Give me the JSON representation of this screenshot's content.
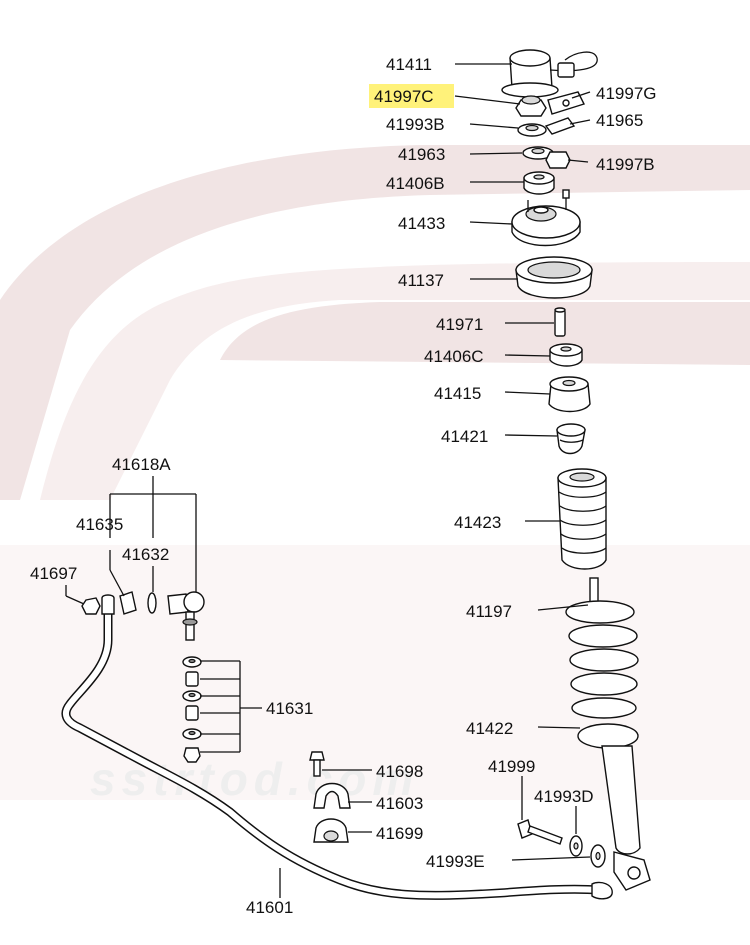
{
  "diagram": {
    "highlight_color": "#fff27a",
    "watermark_text": "sstrtod.com",
    "labels": [
      {
        "id": "41411",
        "text": "41411"
      },
      {
        "id": "41997C",
        "text": "41997C",
        "highlighted": true
      },
      {
        "id": "41997G",
        "text": "41997G"
      },
      {
        "id": "41993B",
        "text": "41993B"
      },
      {
        "id": "41965",
        "text": "41965"
      },
      {
        "id": "41963",
        "text": "41963"
      },
      {
        "id": "41997B",
        "text": "41997B"
      },
      {
        "id": "41406B",
        "text": "41406B"
      },
      {
        "id": "41433",
        "text": "41433"
      },
      {
        "id": "41137",
        "text": "41137"
      },
      {
        "id": "41971",
        "text": "41971"
      },
      {
        "id": "41406C",
        "text": "41406C"
      },
      {
        "id": "41415",
        "text": "41415"
      },
      {
        "id": "41421",
        "text": "41421"
      },
      {
        "id": "41423",
        "text": "41423"
      },
      {
        "id": "41197",
        "text": "41197"
      },
      {
        "id": "41422",
        "text": "41422"
      },
      {
        "id": "41999",
        "text": "41999"
      },
      {
        "id": "41993D",
        "text": "41993D"
      },
      {
        "id": "41993E",
        "text": "41993E"
      },
      {
        "id": "41618A",
        "text": "41618A"
      },
      {
        "id": "41635",
        "text": "41635"
      },
      {
        "id": "41632",
        "text": "41632"
      },
      {
        "id": "41697",
        "text": "41697"
      },
      {
        "id": "41631",
        "text": "41631"
      },
      {
        "id": "41698",
        "text": "41698"
      },
      {
        "id": "41603",
        "text": "41603"
      },
      {
        "id": "41699",
        "text": "41699"
      },
      {
        "id": "41601",
        "text": "41601"
      }
    ]
  }
}
